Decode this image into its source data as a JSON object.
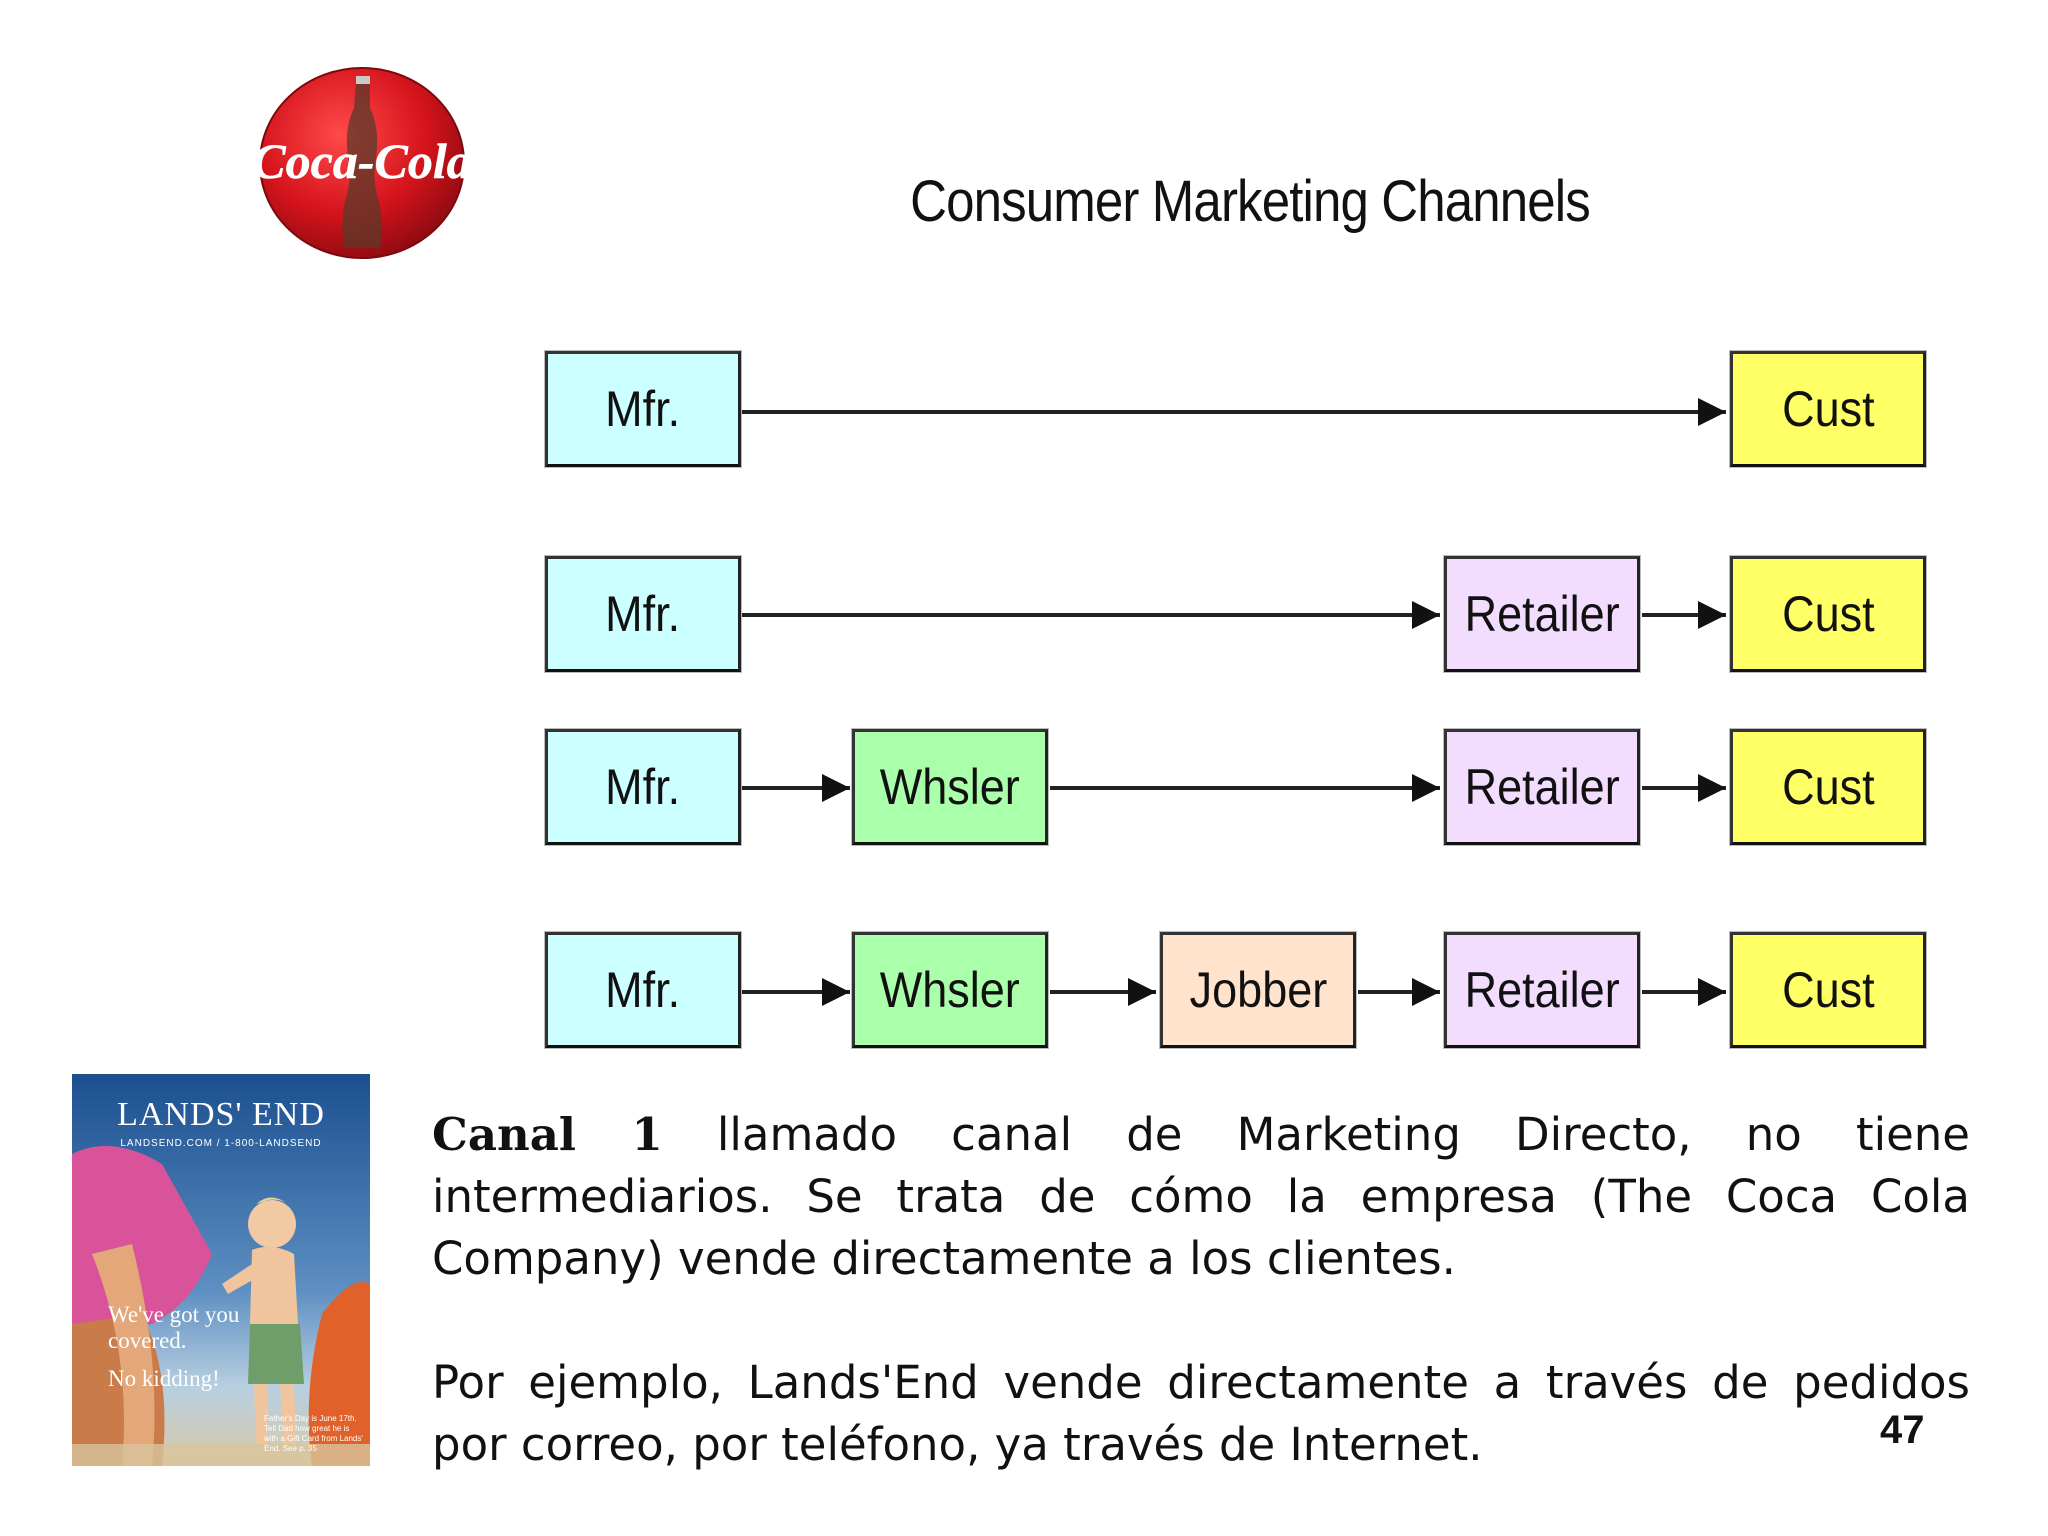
{
  "logo": {
    "text": "Coca-Cola"
  },
  "diagram": {
    "title": "Consumer Marketing Channels",
    "rows": [
      [
        "Mfr.",
        "Cust"
      ],
      [
        "Mfr.",
        "Retailer",
        "Cust"
      ],
      [
        "Mfr.",
        "Whsler",
        "Retailer",
        "Cust"
      ],
      [
        "Mfr.",
        "Whsler",
        "Jobber",
        "Retailer",
        "Cust"
      ]
    ]
  },
  "catalog": {
    "brand": "LANDS' END",
    "url": "LANDSEND.COM / 1-800-LANDSEND",
    "tagline1": "We've got you covered.",
    "tagline2": "No kidding!",
    "small": "Father's Day is June 17th. Tell Dad how great he is with a Gift Card from Lands' End. See p. 35"
  },
  "body": {
    "p1_bold": "Canal 1",
    "p1_rest": " llamado canal de Marketing Directo, no tiene intermediarios. Se trata de cómo la empresa (The Coca Cola Company) vende directamente a los clientes.",
    "p2": "Por ejemplo, Lands'End vende directamente a través de pedidos por correo, por teléfono, ya través de Internet."
  },
  "page_number": "47",
  "colors": {
    "mfr": "#ccffff",
    "cust": "#ffff66",
    "retailer": "#f2ddff",
    "whsler": "#aaffaa",
    "jobber": "#ffe3cc"
  }
}
